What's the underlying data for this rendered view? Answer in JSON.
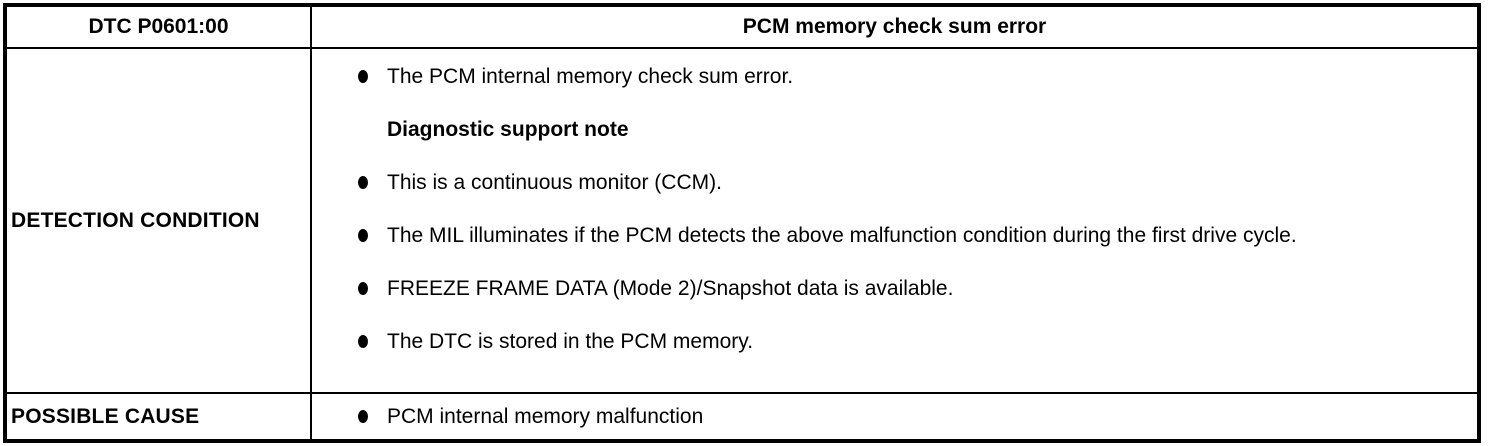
{
  "colors": {
    "border": "#000000",
    "text": "#000000",
    "background": "#ffffff"
  },
  "table": {
    "header": {
      "dtc_label": "DTC P0601:00",
      "title": "PCM memory check sum error"
    },
    "rows": [
      {
        "label": "DETECTION CONDITION",
        "items": [
          {
            "type": "bullet",
            "text": "The PCM internal memory check sum error."
          },
          {
            "type": "heading",
            "text": "Diagnostic support note"
          },
          {
            "type": "bullet",
            "text": "This is a continuous monitor (CCM)."
          },
          {
            "type": "bullet",
            "text": "The MIL illuminates if the PCM detects the above malfunction condition during the first drive cycle."
          },
          {
            "type": "bullet",
            "text": "FREEZE FRAME DATA (Mode 2)/Snapshot data is available."
          },
          {
            "type": "bullet",
            "text": "The DTC is stored in the PCM memory."
          }
        ]
      },
      {
        "label": "POSSIBLE CAUSE",
        "items": [
          {
            "type": "bullet",
            "text": "PCM internal memory malfunction"
          }
        ]
      }
    ]
  }
}
